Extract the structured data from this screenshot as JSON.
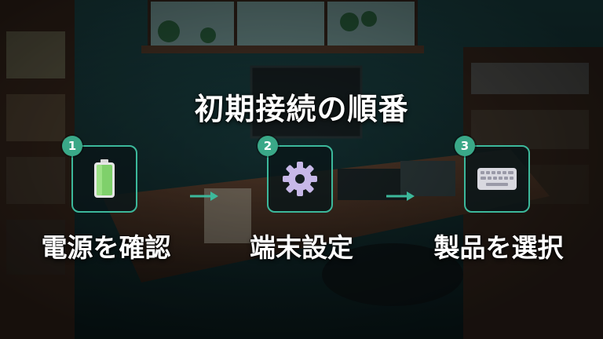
{
  "title": "初期接続の順番",
  "accent_color": "#3cb89b",
  "steps": [
    {
      "number": "1",
      "label": "電源を確認",
      "icon": "battery-icon"
    },
    {
      "number": "2",
      "label": "端末設定",
      "icon": "gear-icon"
    },
    {
      "number": "3",
      "label": "製品を選択",
      "icon": "keyboard-icon"
    }
  ]
}
